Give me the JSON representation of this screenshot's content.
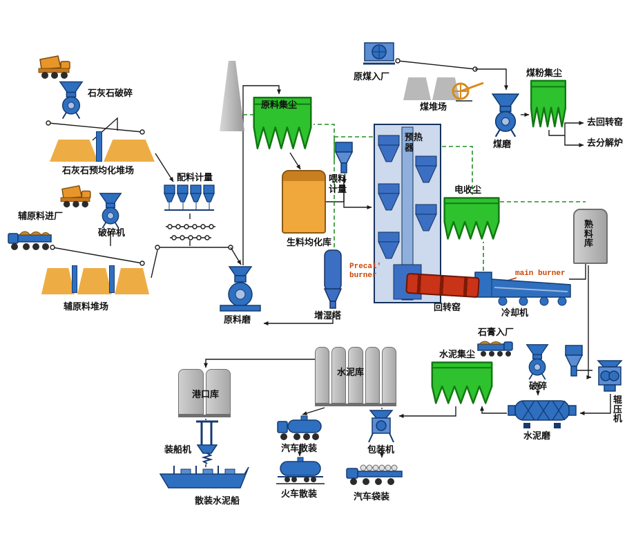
{
  "labels": {
    "limestone_crushing": "石灰石破碎",
    "limestone_yard": "石灰石预均化堆场",
    "batching_metering": "配料计量",
    "aux_material_entry": "辅原料进厂",
    "crusher_machine": "破碎机",
    "aux_material_yard": "辅原料堆场",
    "raw_material_dust": "原料集尘",
    "raw_meal_silo": "生料均化库",
    "feed_metering": "喂料计量",
    "raw_mill": "原料磨",
    "humidifier_tower": "增湿塔",
    "preheater": "预热器",
    "precal_burner": "Precal' burner",
    "rotary_kiln": "回转窑",
    "main_burner": "main burner",
    "cooler": "冷却机",
    "raw_coal_entry": "原煤入厂",
    "coal_yard": "煤堆场",
    "coal_dust": "煤粉集尘",
    "coal_mill": "煤磨",
    "to_rotary_kiln": "去回转窑",
    "to_calciner": "去分解炉",
    "esp": "电收尘",
    "clinker_silo": "熟料库",
    "cement_dust": "水泥集尘",
    "gypsum_entry": "石膏入厂",
    "gypsum_crushing": "破碎",
    "roller_press": "辊压机",
    "cement_mill": "水泥磨",
    "cement_silo": "水泥库",
    "port_silo": "港口库",
    "ship_loader": "装船机",
    "bulk_cement_ship": "散装水泥船",
    "truck_bulk": "汽车散装",
    "train_bulk": "火车散装",
    "packing_machine": "包装机",
    "truck_bagged": "汽车袋装"
  },
  "colors": {
    "equipment_blue": "#2f6fc0",
    "equipment_blue_dark": "#143a70",
    "dust_collector_green": "#2ec22e",
    "dust_collector_green_dark": "#127812",
    "material_orange": "#eead44",
    "kiln_red": "#c93317",
    "silo_gray": "#bdbdbd",
    "burner_text_red": "#cc4400",
    "flow_line_black": "#1a1a1a",
    "gas_line_green": "#1f8f1f"
  }
}
